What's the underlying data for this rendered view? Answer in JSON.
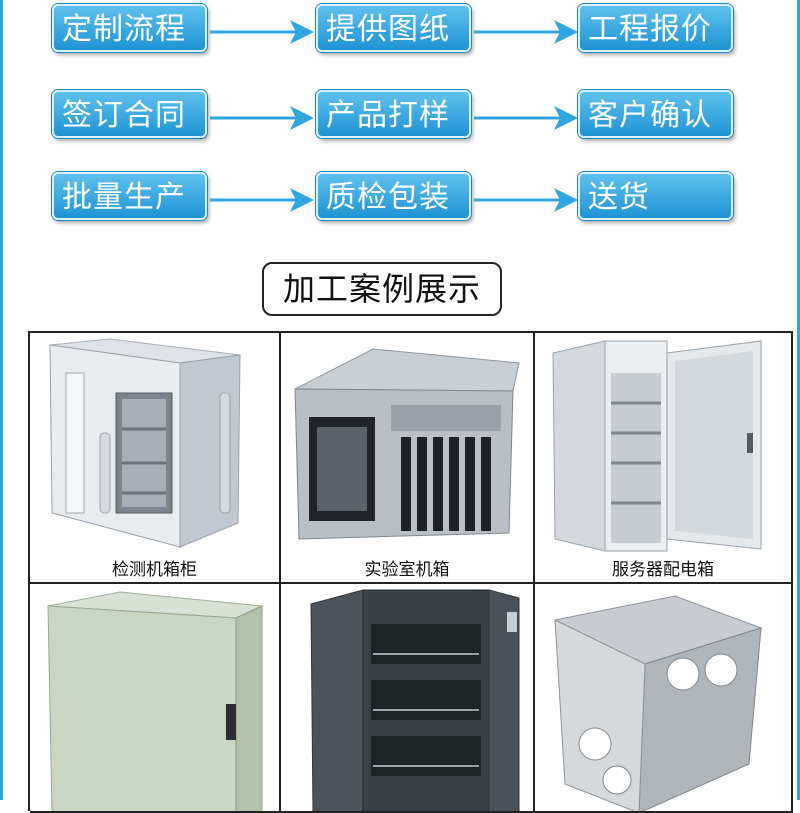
{
  "flow": {
    "rows": [
      {
        "steps": [
          "定制流程",
          "提供图纸",
          "工程报价"
        ]
      },
      {
        "steps": [
          "签订合同",
          "产品打样",
          "客户确认"
        ]
      },
      {
        "steps": [
          "批量生产",
          "质检包装",
          "送货"
        ]
      }
    ]
  },
  "section": {
    "title": "加工案例展示"
  },
  "gallery": {
    "items": [
      {
        "caption": "检测机箱柜"
      },
      {
        "caption": "实验室机箱"
      },
      {
        "caption": "服务器配电箱"
      },
      {
        "caption": ""
      },
      {
        "caption": ""
      },
      {
        "caption": ""
      }
    ]
  },
  "colors": {
    "accent": "#2fa4dd",
    "step_top": "#5fc1ee",
    "step_bottom": "#1f93d3",
    "border": "#222222"
  },
  "icons": {
    "arrow": "arrow-right-icon"
  }
}
